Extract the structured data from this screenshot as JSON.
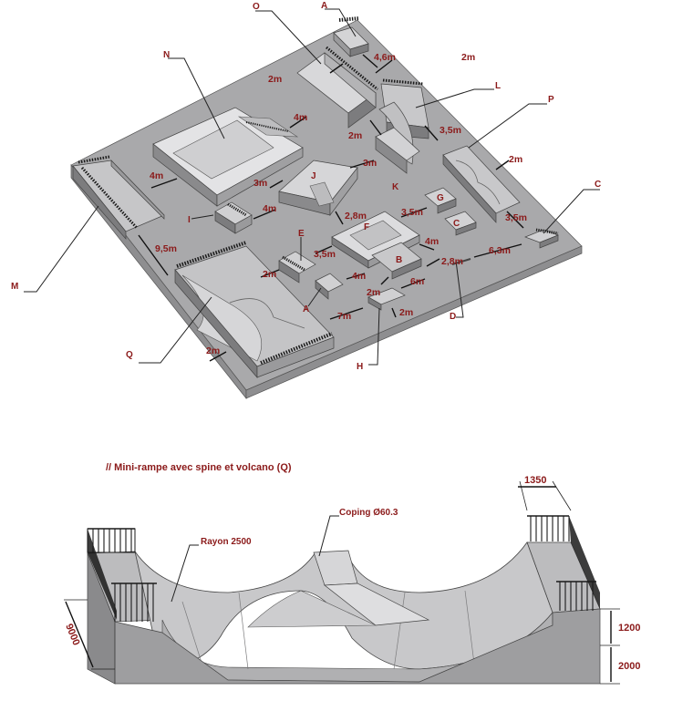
{
  "plan": {
    "callouts": {
      "A_top": "A",
      "O": "O",
      "N": "N",
      "L": "L",
      "P": "P",
      "C": "C",
      "M": "M",
      "I": "I",
      "E": "E",
      "A_mid": "A",
      "Q": "Q",
      "H": "H",
      "D": "D",
      "J": "J",
      "K": "K",
      "F": "F",
      "G": "G",
      "B": "B",
      "C_small": "C"
    },
    "dimensions": {
      "d_4_6m": "4,6m",
      "d_2m_top": "2m",
      "d_2m_o": "2m",
      "d_4m_n": "4m",
      "d_3_5m_l": "3,5m",
      "d_2m_k": "2m",
      "d_2m_p": "2m",
      "d_3m_j": "3m",
      "d_4m_m": "4m",
      "d_3m_k": "3m",
      "d_4m_i": "4m",
      "d_2_8m_j": "2,8m",
      "d_3_5m_g": "3,5m",
      "d_3_5m_c": "3,5m",
      "d_9_5m": "9,5m",
      "d_3_5m_e": "3,5m",
      "d_4m_b": "4m",
      "d_2_8m_b": "2,8m",
      "d_6_3m": "6,3m",
      "d_2m_e": "2m",
      "d_4m_a": "4m",
      "d_2m_h": "2m",
      "d_6m": "6m",
      "d_7m": "7m",
      "d_2m_hb": "2m",
      "d_2m_q": "2m"
    }
  },
  "detail": {
    "title": "// Mini-rampe avec spine et volcano (Q)",
    "labels": {
      "coping": "Coping Ø60.3",
      "rayon": "Rayon 2500"
    },
    "dimensions": {
      "width": "1350",
      "length": "9000",
      "height_top": "1200",
      "height_bottom": "2000"
    }
  },
  "colors": {
    "slab_top": "#a9a9ab",
    "slab_side": "#8e8e90",
    "module_light": "#d8d8da",
    "module_mid": "#b4b4b6",
    "module_dark": "#7c7c7e",
    "ramp_surface": "#c4c4c6",
    "rail": "#1a1a1a",
    "accent": "#8b1a1a"
  }
}
